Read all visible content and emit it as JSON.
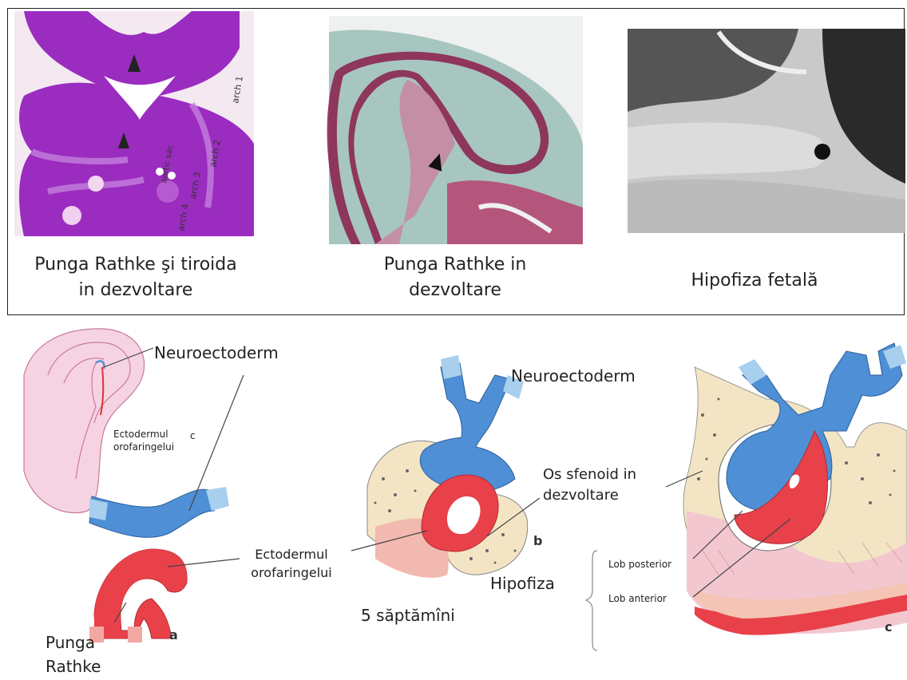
{
  "top_panel": {
    "captions": [
      {
        "text": "Punga Rathke şi tiroida in dezvoltare"
      },
      {
        "text": "Punga Rathke in dezvoltare"
      },
      {
        "text": "Hipofiza fetală"
      }
    ],
    "micrograph_labels": [
      "arch 1",
      "arch 2",
      "arch 3",
      "arch 4",
      "aortic sac"
    ]
  },
  "diagram": {
    "neuroectoderm_a": "Neuroectoderm",
    "inset_ectoderm": "Ectodermul orofaringelui",
    "inset_mark": "c",
    "ectoderm_a": "Ectodermul orofaringelui",
    "punga": "Punga Rathke",
    "letter_a": "a",
    "neuroectoderm_b": "Neuroectoderm",
    "os_sfenoid": "Os sfenoid in dezvoltare",
    "letter_b": "b",
    "hipofiza": "Hipofiza",
    "saptamani": "5 săptămîni",
    "lob_posterior": "Lob posterior",
    "lob_anterior": "Lob anterior",
    "letter_c": "c"
  },
  "colors": {
    "neuroectoderm_blue": "#4f8fd6",
    "pouch_red": "#e8414a",
    "bone_beige": "#f3e5c4",
    "tissue_pink": "#f2c7cf",
    "histology_purple": "#9a2cbf"
  }
}
